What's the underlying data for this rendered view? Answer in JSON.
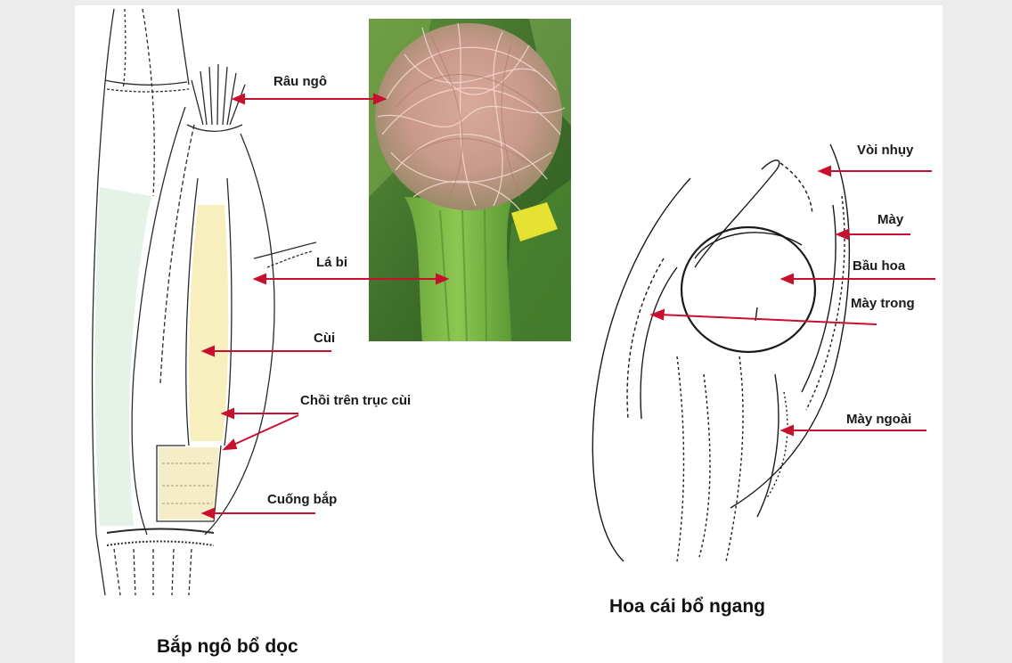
{
  "labels": {
    "rau_ngo": "Râu ngô",
    "la_bi": "Lá bi",
    "cui": "Cùi",
    "choi": "Chồi trên trục cùi",
    "cuong_bap": "Cuống bắp",
    "voi_nhuy": "Vòi nhụy",
    "may": "Mày",
    "bau_hoa": "Bầu hoa",
    "may_trong": "Mày trong",
    "may_ngoai": "Mày ngoài"
  },
  "captions": {
    "left": "Bắp ngô bổ dọc",
    "right": "Hoa cái bổ ngang"
  },
  "colors": {
    "arrow": "#c8102e",
    "background": "#ececec",
    "slide": "#ffffff"
  }
}
